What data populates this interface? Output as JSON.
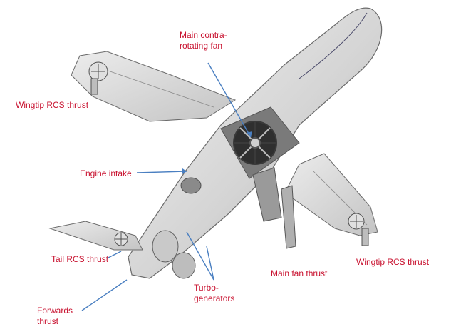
{
  "colors": {
    "label_text": "#c8102e",
    "pointer": "#4a7fc1",
    "airframe_fill": "#d9d9d9",
    "airframe_stroke": "#6b6b6b",
    "shadow": "#9a9a9a",
    "fan_blade": "#3a3a3a"
  },
  "labels": {
    "main_fan": "Main  contra-\nrotating fan",
    "wingtip_left": "Wingtip RCS thrust",
    "engine_intake": "Engine intake",
    "tail_rcs": "Tail RCS thrust",
    "forwards_thrust": "Forwards\nthrust",
    "turbo_generators": "Turbo-\ngenerators",
    "main_fan_thrust": "Main fan thrust",
    "wingtip_right": "Wingtip RCS thrust"
  }
}
